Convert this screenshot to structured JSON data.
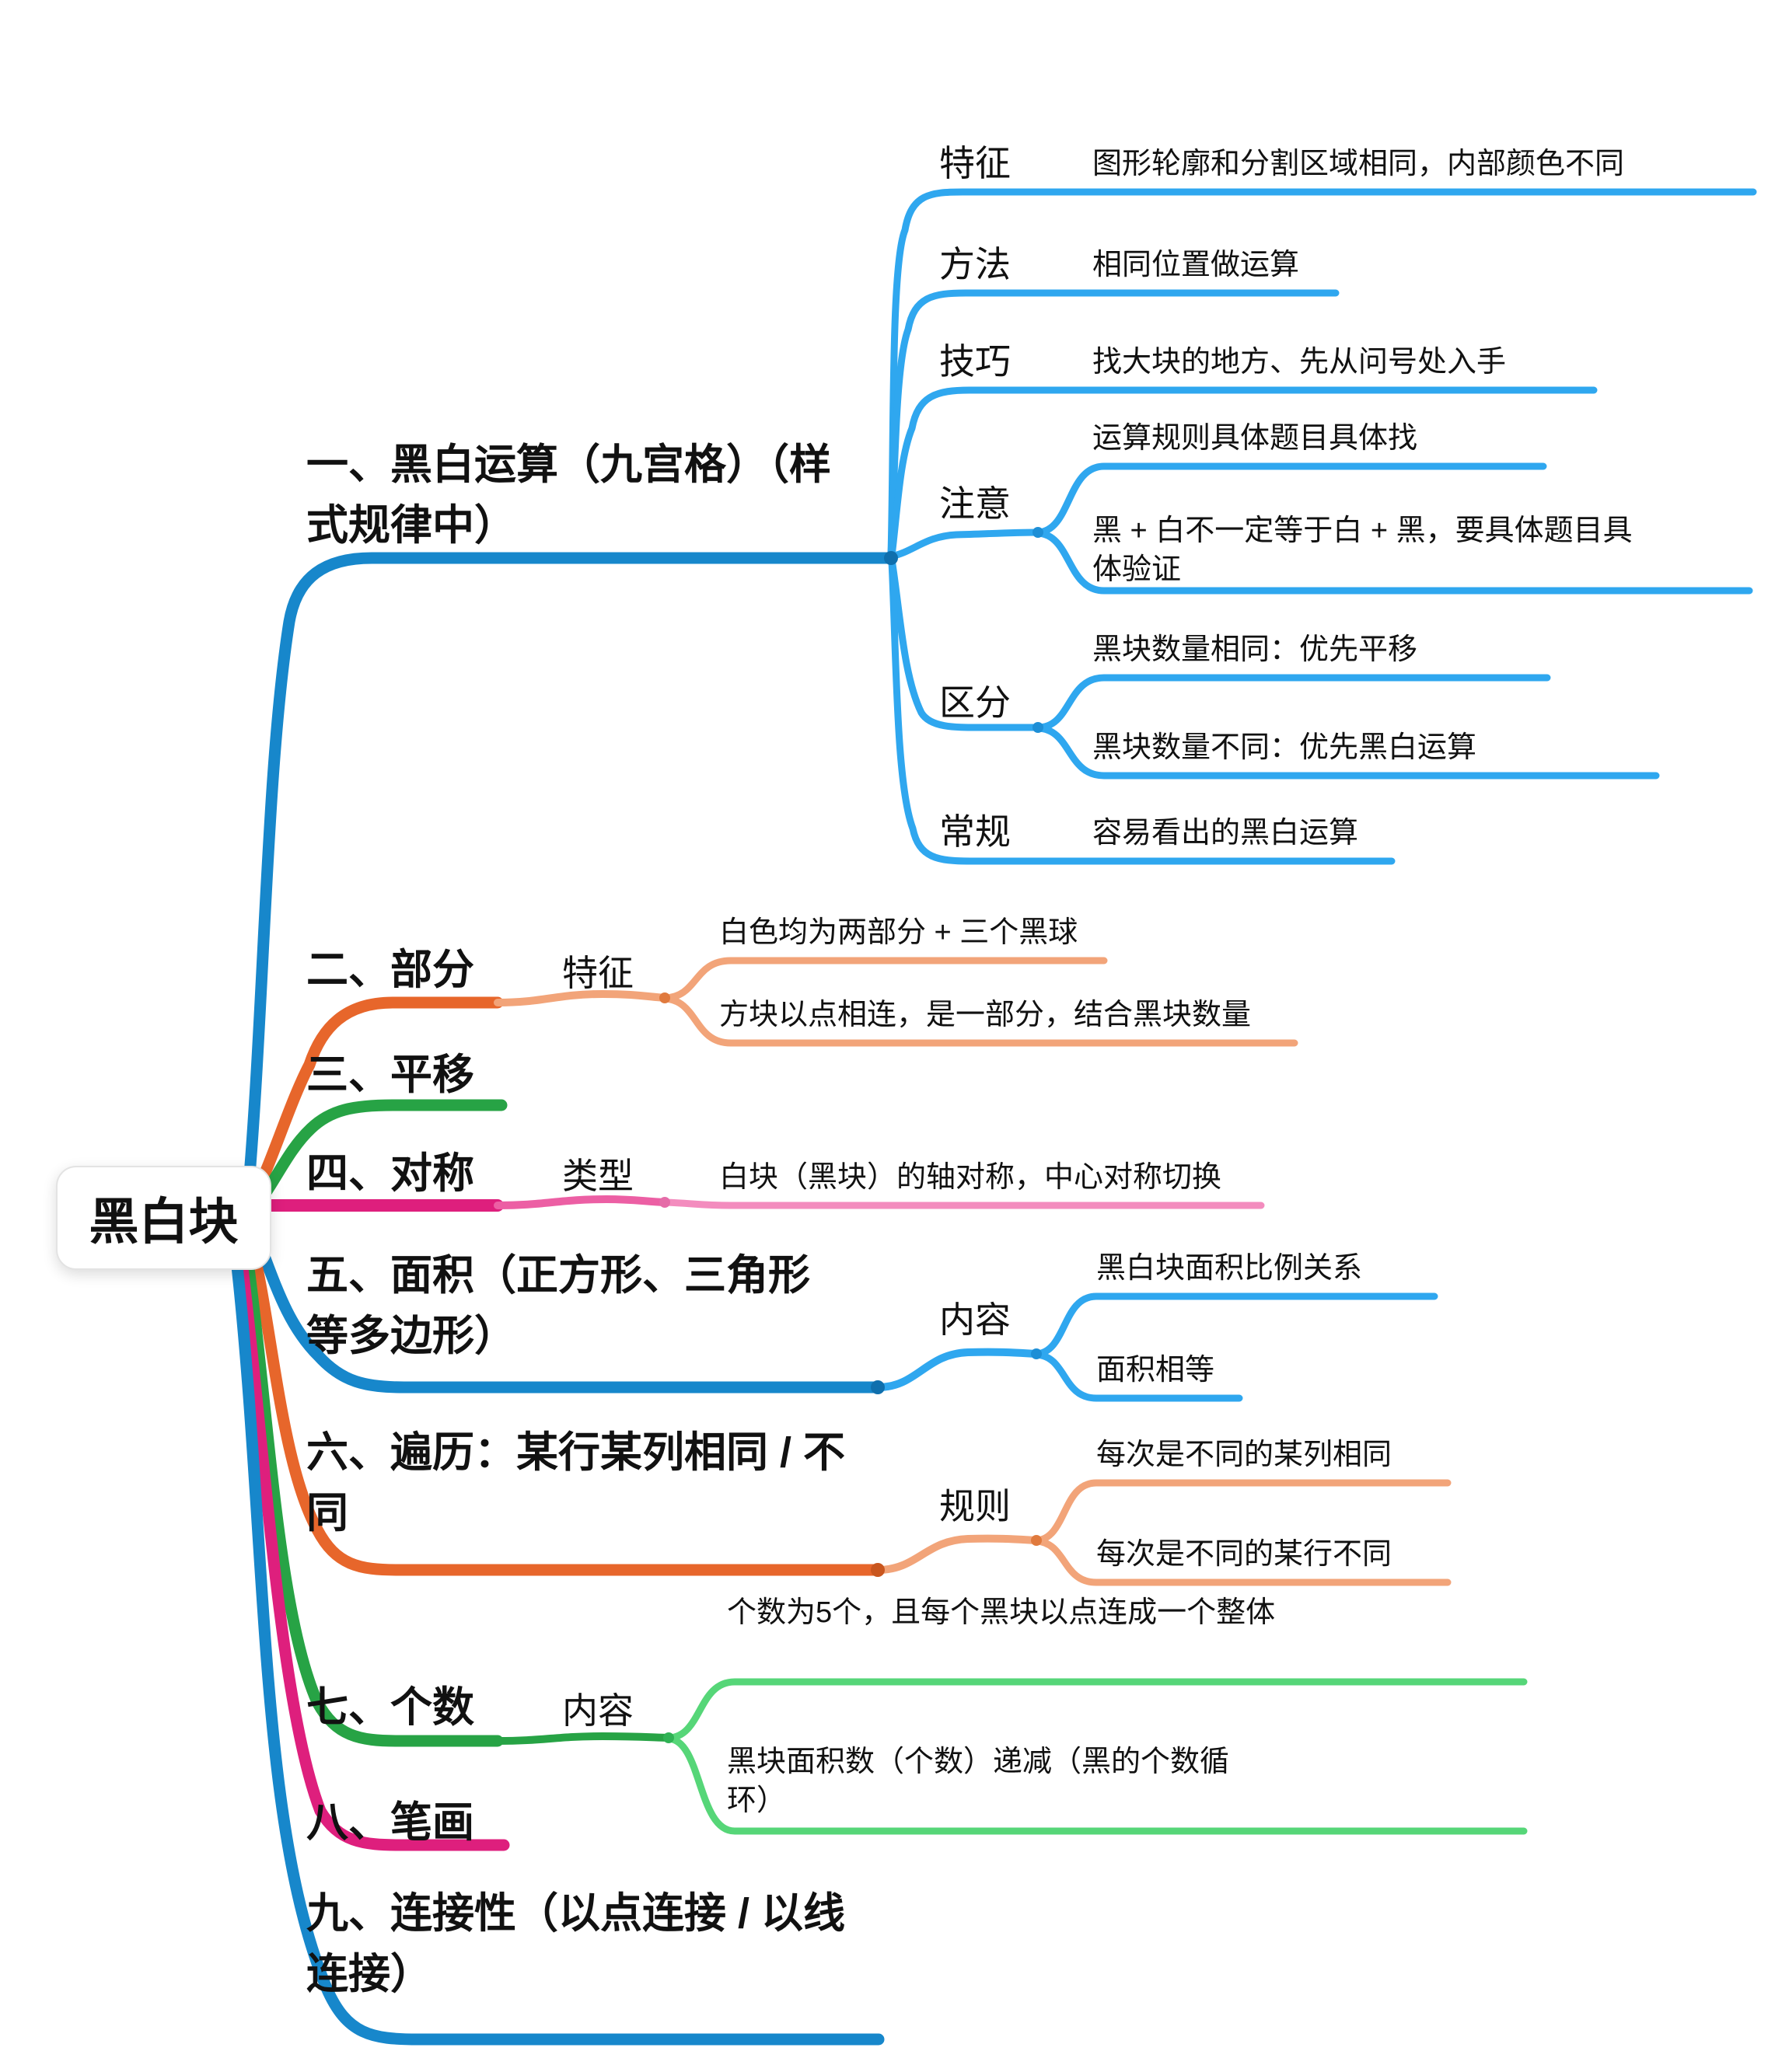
{
  "root": {
    "label": "黑白块"
  },
  "colors": {
    "blue": "#1787CB",
    "blue_light": "#2FA7EF",
    "orange": "#E7662B",
    "orange_light": "#F2A479",
    "green": "#27A345",
    "green_light": "#56D678",
    "magenta": "#DE1F7D",
    "pink_mid": "#EC5FA4",
    "pink_light": "#F38CBE",
    "text": "#111111",
    "background": "#FFFFFF"
  },
  "branches": [
    {
      "label": "一、黑白运算（九宫格）（样式规律中）",
      "color": "#1787CB",
      "children": [
        {
          "label": "特征",
          "leaves": [
            "图形轮廓和分割区域相同，内部颜色不同"
          ]
        },
        {
          "label": "方法",
          "leaves": [
            "相同位置做运算"
          ]
        },
        {
          "label": "技巧",
          "leaves": [
            "找大块的地方、先从问号处入手"
          ]
        },
        {
          "label": "注意",
          "leaves": [
            "运算规则具体题目具体找",
            "黑 + 白不一定等于白 + 黑，要具体题目具体验证"
          ]
        },
        {
          "label": "区分",
          "leaves": [
            "黑块数量相同：优先平移",
            "黑块数量不同：优先黑白运算"
          ]
        },
        {
          "label": "常规",
          "leaves": [
            "容易看出的黑白运算"
          ]
        }
      ]
    },
    {
      "label": "二、部分",
      "color": "#E7662B",
      "children": [
        {
          "label": "特征",
          "leaves": [
            "白色均为两部分 + 三个黑球",
            "方块以点相连，是一部分，结合黑块数量"
          ]
        }
      ]
    },
    {
      "label": "三、平移",
      "color": "#27A345",
      "children": []
    },
    {
      "label": "四、对称",
      "color": "#DE1F7D",
      "children": [
        {
          "label": "类型",
          "leaves": [
            "白块（黑块）的轴对称，中心对称切换"
          ]
        }
      ]
    },
    {
      "label": "五、面积（正方形、三角形等多边形）",
      "color": "#1787CB",
      "children": [
        {
          "label": "内容",
          "leaves": [
            "黑白块面积比例关系",
            "面积相等"
          ]
        }
      ]
    },
    {
      "label": "六、遍历：某行某列相同 / 不同",
      "color": "#E7662B",
      "children": [
        {
          "label": "规则",
          "leaves": [
            "每次是不同的某列相同",
            "每次是不同的某行不同"
          ]
        }
      ]
    },
    {
      "label": "七、个数",
      "color": "#27A345",
      "children": [
        {
          "label": "内容",
          "leaves": [
            "个数为5个，且每个黑块以点连成一个整体",
            "黑块面积数（个数）递减（黑的个数循环）"
          ]
        }
      ]
    },
    {
      "label": "八、笔画",
      "color": "#DE1F7D",
      "children": []
    },
    {
      "label": "九、连接性（以点连接 / 以线连接）",
      "color": "#1787CB",
      "children": []
    }
  ]
}
